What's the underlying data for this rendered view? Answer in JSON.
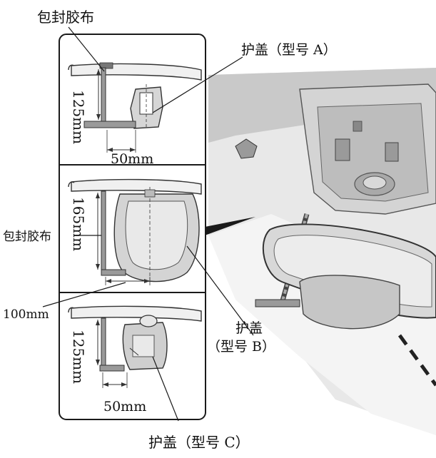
{
  "labels": {
    "tape_top": "包封胶布",
    "cover_a": "护盖（型号 A）",
    "dim_125_top": "125mm",
    "dim_50_top": "50mm",
    "dim_165": "165mm",
    "tape_mid": "包封胶布",
    "dim_100": "100mm",
    "cover_b_line1": "护盖",
    "cover_b_line2": "（型号 B）",
    "dim_125_bottom": "125mm",
    "dim_50_bottom": "50mm",
    "cover_c": "护盖（型号 C）"
  },
  "colors": {
    "stroke": "#1a1a1a",
    "panel_fill": "#ffffff",
    "car_light": "#e6e6e6",
    "car_mid": "#cfcfcf",
    "car_dark": "#8e8e8e",
    "tape_fill": "#9a9a9a"
  }
}
